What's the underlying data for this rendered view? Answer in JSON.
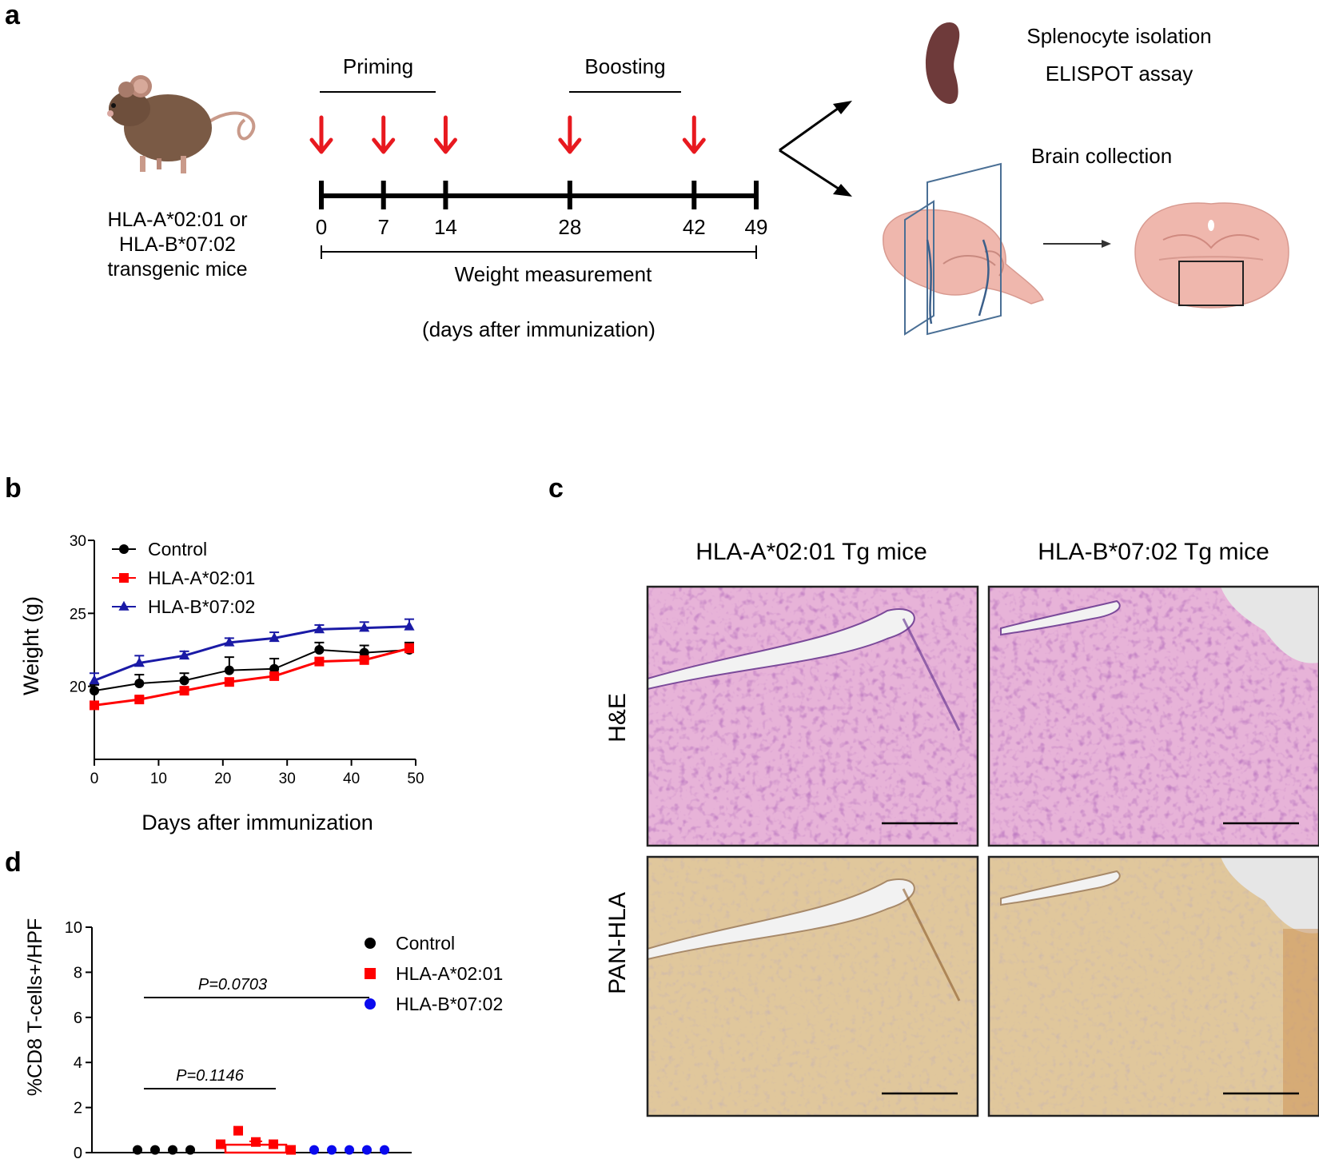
{
  "panels": {
    "a": "a",
    "b": "b",
    "c": "c",
    "d": "d"
  },
  "panel_a": {
    "mouse_label": [
      "HLA-A*02:01 or",
      "HLA-B*07:02",
      "transgenic mice"
    ],
    "priming": "Priming",
    "boosting": "Boosting",
    "timeline_days": [
      0,
      7,
      14,
      28,
      42,
      49
    ],
    "timeline_labels": [
      "0",
      "7",
      "14",
      "28",
      "42",
      "49"
    ],
    "injection_days": [
      0,
      7,
      14,
      28,
      42
    ],
    "weight_measurement": "Weight measurement",
    "days_note": "(days after immunization)",
    "splenocyte": "Splenocyte isolation",
    "elispot": "ELISPOT assay",
    "brain": "Brain collection",
    "arrow_color": "#e8191f"
  },
  "panel_c": {
    "col_titles": [
      "HLA-A*02:01 Tg mice",
      "HLA-B*07:02 Tg mice"
    ],
    "row_labels": [
      "H&E",
      "PAN-HLA"
    ],
    "he_color": "#e7b3d8",
    "ihc_color": "#e0c79c"
  },
  "chart_data": [
    {
      "type": "line",
      "x": [
        0,
        7,
        14,
        21,
        28,
        35,
        42,
        49
      ],
      "series": [
        {
          "name": "Control",
          "values": [
            19.7,
            20.2,
            20.4,
            21.1,
            21.2,
            22.5,
            22.3,
            22.5
          ],
          "err": [
            0.4,
            0.6,
            0.5,
            0.9,
            0.7,
            0.5,
            0.5,
            0.5
          ],
          "color": "#000000",
          "marker": "circle"
        },
        {
          "name": "HLA-A*02:01",
          "values": [
            18.7,
            19.1,
            19.7,
            20.3,
            20.7,
            21.7,
            21.8,
            22.6
          ],
          "err": [
            0.2,
            0.2,
            0.2,
            0.2,
            0.2,
            0.2,
            0.2,
            0.3
          ],
          "color": "#ff0000",
          "marker": "square"
        },
        {
          "name": "HLA-B*07:02",
          "values": [
            20.4,
            21.6,
            22.1,
            23.0,
            23.3,
            23.9,
            24.0,
            24.1
          ],
          "err": [
            0.5,
            0.5,
            0.3,
            0.3,
            0.4,
            0.3,
            0.4,
            0.5
          ],
          "color": "#1a1aa6",
          "marker": "triangle"
        }
      ],
      "xlabel": "Days after immunization",
      "ylabel": "Weight (g)",
      "xlim": [
        0,
        50
      ],
      "ylim": [
        15,
        30
      ],
      "xticks": [
        0,
        10,
        20,
        30,
        40,
        50
      ],
      "yticks": [
        20,
        25,
        30
      ],
      "legend": "top-left"
    },
    {
      "type": "scatter",
      "categories": [
        "Control",
        "HLA-A*02:01",
        "HLA-B*07:02"
      ],
      "points": [
        [
          0.05,
          0.05,
          0.05,
          0.05
        ],
        [
          0.3,
          0.9,
          0.4,
          0.3,
          0.05
        ],
        [
          0.05,
          0.05,
          0.05,
          0.05,
          0.05
        ]
      ],
      "means": [
        0.05,
        0.35,
        0.05
      ],
      "sem": [
        0.0,
        0.15,
        0.0
      ],
      "colors": [
        "#000000",
        "#ff0000",
        "#0a0aee"
      ],
      "markers": [
        "circle",
        "square",
        "circle"
      ],
      "ylabel": "%CD8 T-cells+/HPF",
      "ylim": [
        0,
        10
      ],
      "yticks": [
        0,
        2,
        4,
        6,
        8,
        10
      ],
      "pvalues": [
        {
          "label": "P=0.0703",
          "from": 0,
          "to": 2
        },
        {
          "label": "P=0.1146",
          "from": 0,
          "to": 1
        }
      ],
      "legend": "right"
    }
  ]
}
